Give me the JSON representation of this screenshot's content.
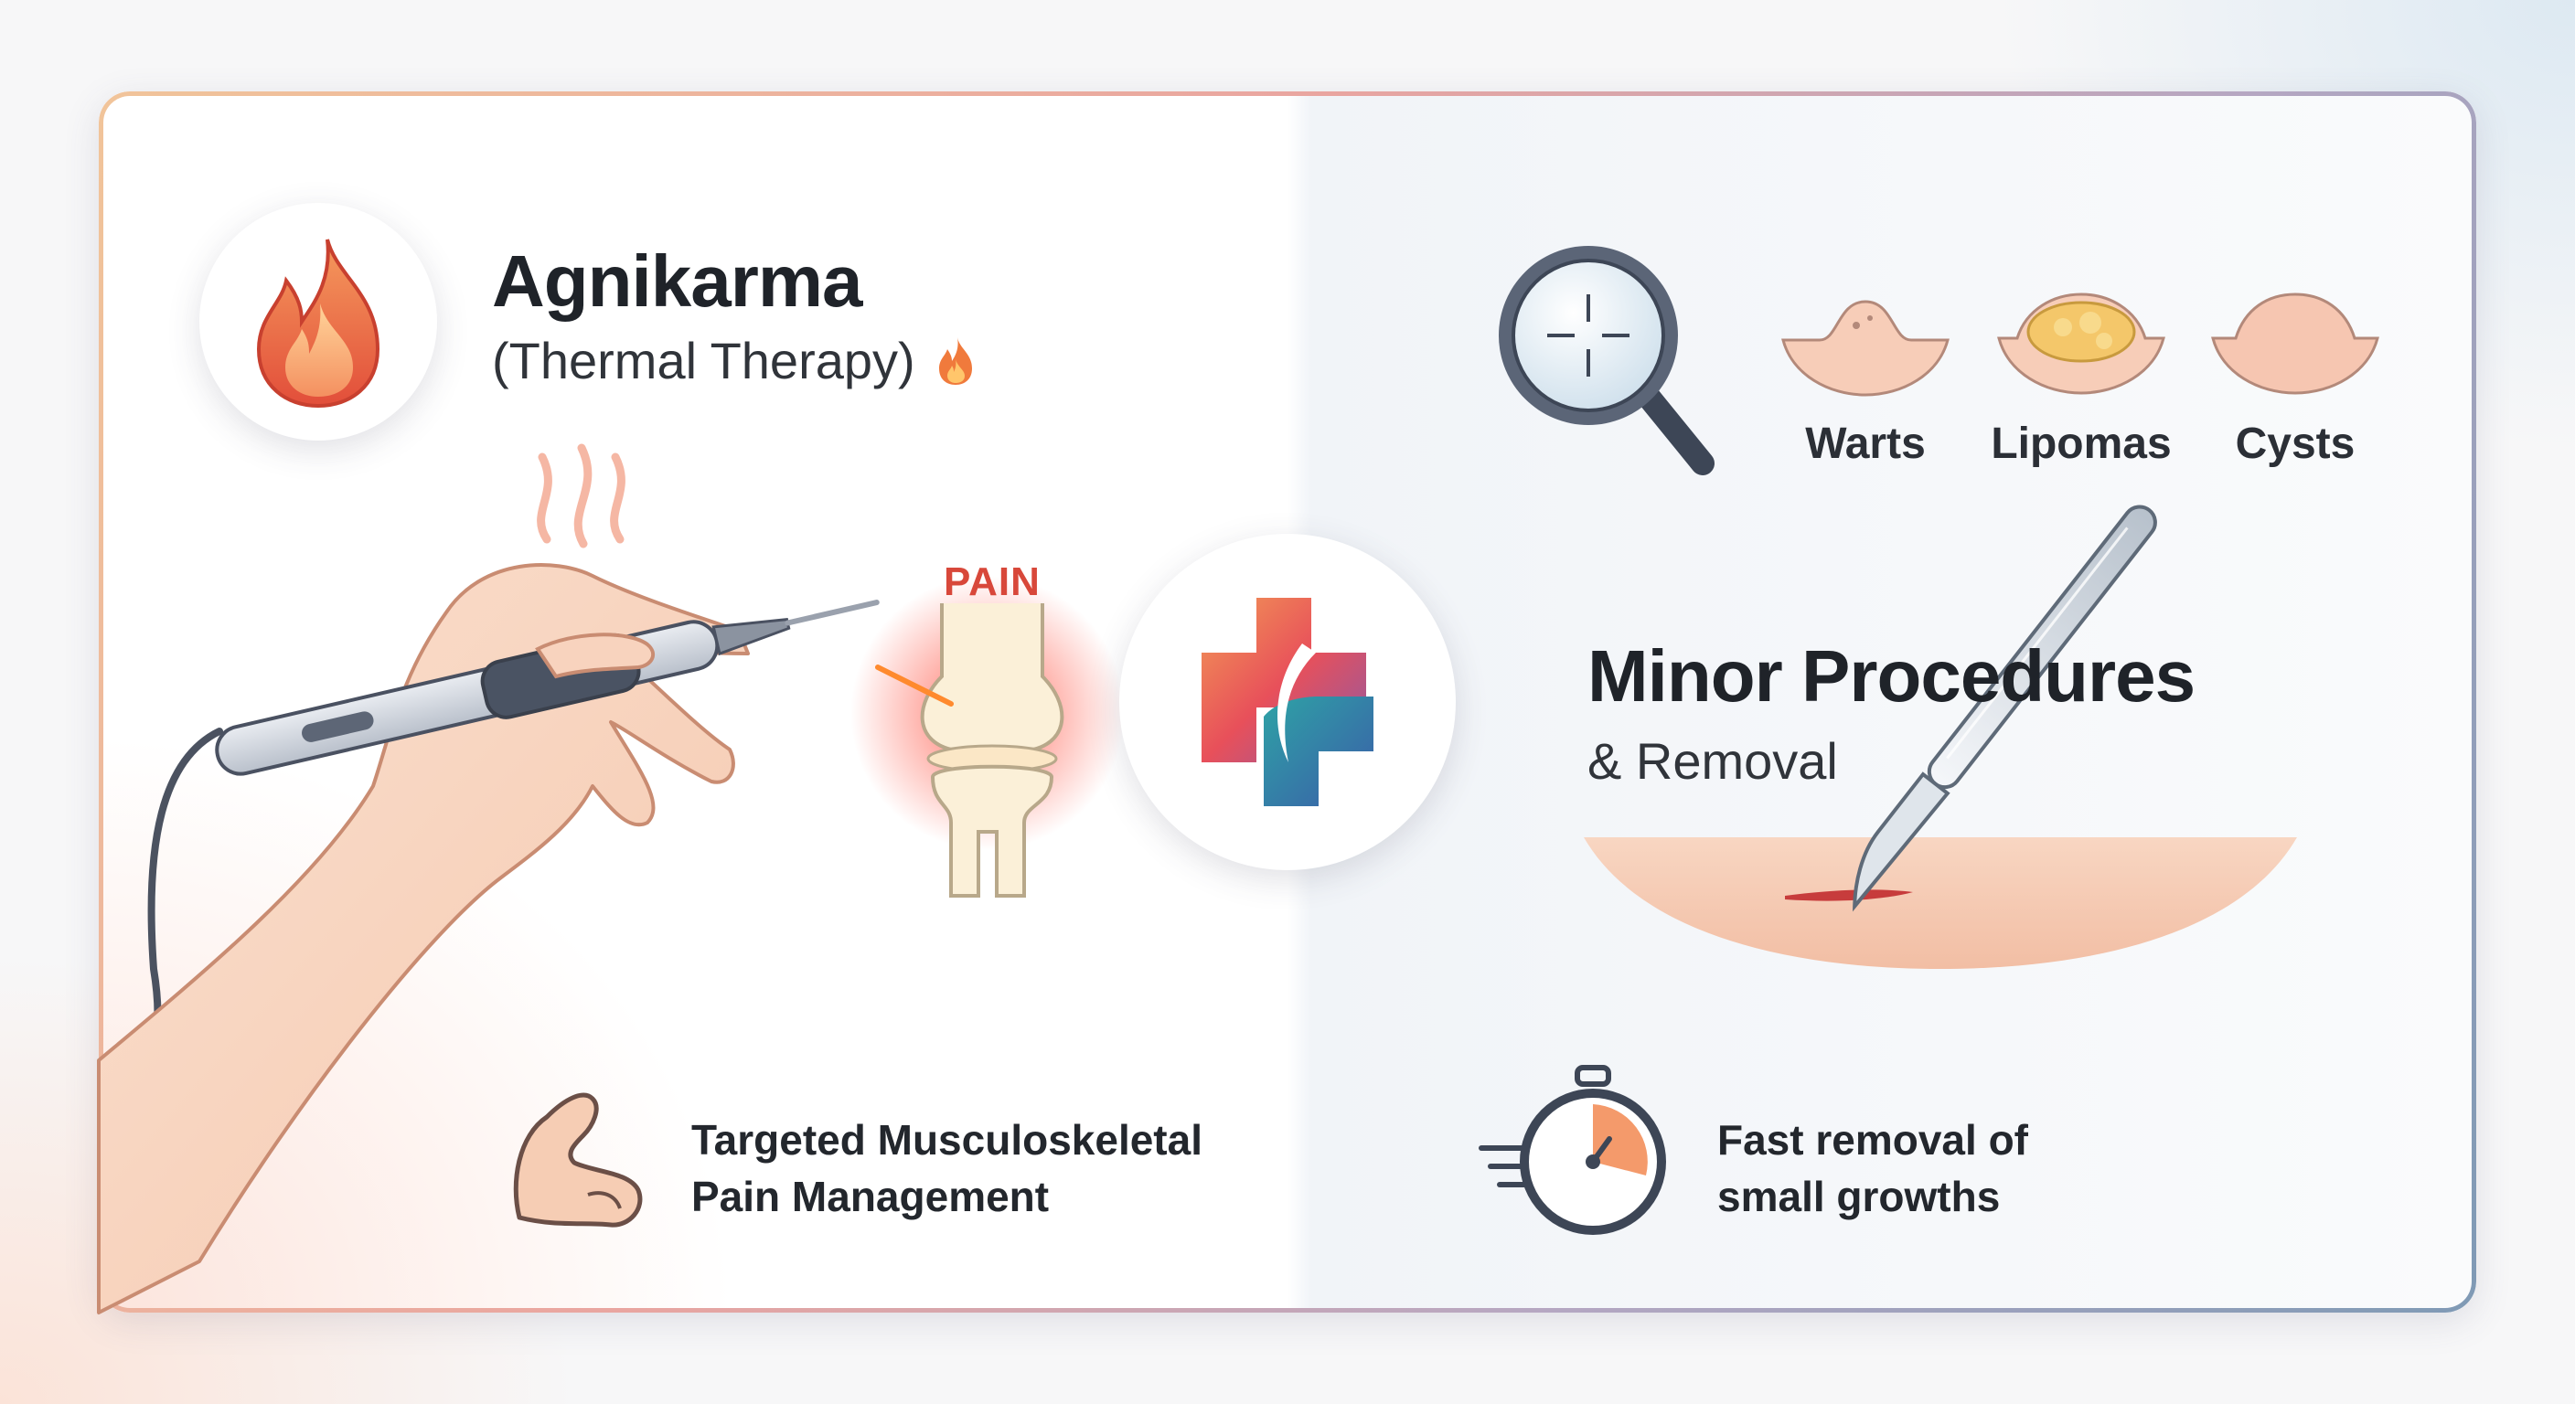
{
  "left": {
    "title": "Agnikarma",
    "subtitle": "(Thermal Therapy)",
    "pain_label": "PAIN",
    "caption_line1": "Targeted Musculoskeletal",
    "caption_line2": "Pain Management"
  },
  "right": {
    "growths": [
      {
        "label": "Warts"
      },
      {
        "label": "Lipomas"
      },
      {
        "label": "Cysts"
      }
    ],
    "title": "Minor Procedures",
    "subtitle": "& Removal",
    "caption_line1": "Fast removal of",
    "caption_line2": "small growths"
  },
  "icons": {
    "flame": "flame-icon",
    "medical_cross": "medical-cross-icon",
    "magnifier": "magnifier-icon",
    "muscle": "flexed-arm-icon",
    "stopwatch": "stopwatch-icon"
  },
  "colors": {
    "flame": "#ef6a45",
    "pain": "#d8483a",
    "text_dark": "#1f2329",
    "steel": "#3d4656"
  }
}
